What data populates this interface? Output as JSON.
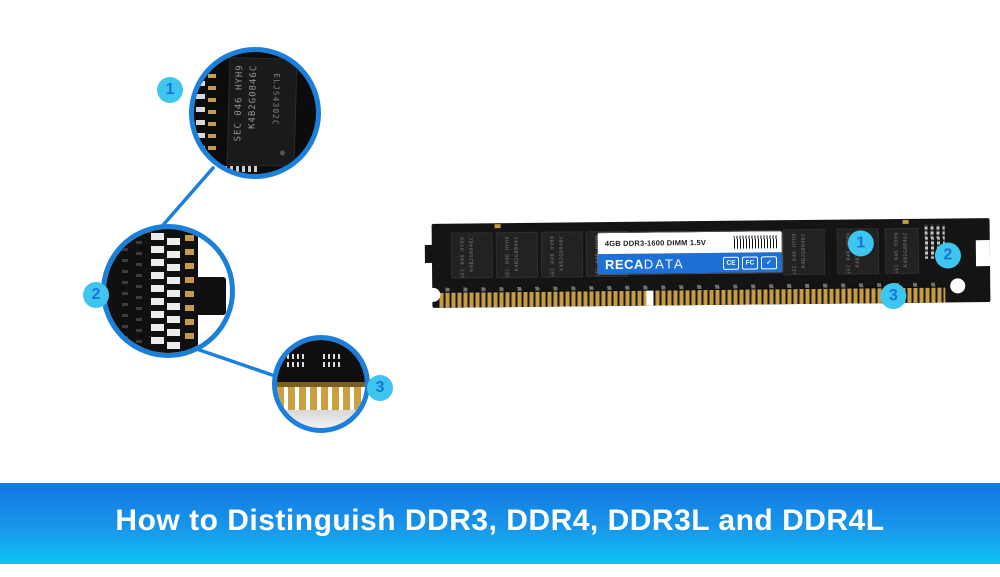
{
  "banner": {
    "title": "How to Distinguish DDR3, DDR4, DDR3L and DDR4L",
    "gradient_top": "#1377e2",
    "gradient_bottom": "#0fc4f2",
    "text_color": "#ffffff"
  },
  "colors": {
    "accent_blue": "#1b80dc",
    "badge_fill": "#3fc6f0",
    "badge_number": "#1a74d4",
    "label_band_blue": "#1c70d6",
    "pin_gold": "#c49d45",
    "pcb_black": "#141414"
  },
  "callouts": {
    "items": [
      {
        "number": "1",
        "meaning": "memory-chip-closeup"
      },
      {
        "number": "2",
        "meaning": "edge-notch-closeup"
      },
      {
        "number": "3",
        "meaning": "gold-pins-closeup"
      }
    ]
  },
  "chip_marking": {
    "line1": "SEC 046 HYH9",
    "line2": "K4B2G0846C",
    "line3": "ELJS4302C"
  },
  "module": {
    "label_spec": "4GB DDR3-1600 DIMM 1.5V",
    "brand_bold": "RECA",
    "brand_light": "DATA",
    "certs": {
      "ce": "CE",
      "fcc": "FC",
      "check": "✓"
    }
  }
}
